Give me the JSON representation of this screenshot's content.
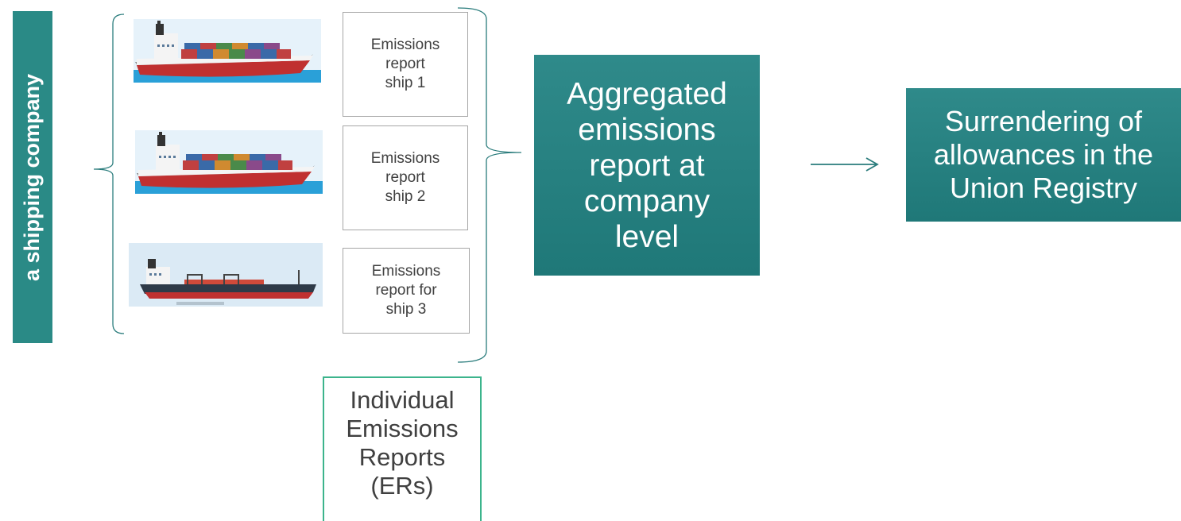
{
  "company_label": "a shipping company",
  "reports": [
    {
      "label": "Emissions\nreport\nship 1"
    },
    {
      "label": "Emissions\nreport\nship 2"
    },
    {
      "label": "Emissions\nreport for\nship 3"
    }
  ],
  "aggregated": "Aggregated\nemissions\nreport at\ncompany\nlevel",
  "surrendering": "Surrendering of\nallowances in the\nUnion Registry",
  "individual": "Individual\nEmissions\nReports\n(ERs)",
  "colors": {
    "teal": "#228080",
    "brace": "#2a7c7c",
    "box_green": "#3cb48c"
  }
}
